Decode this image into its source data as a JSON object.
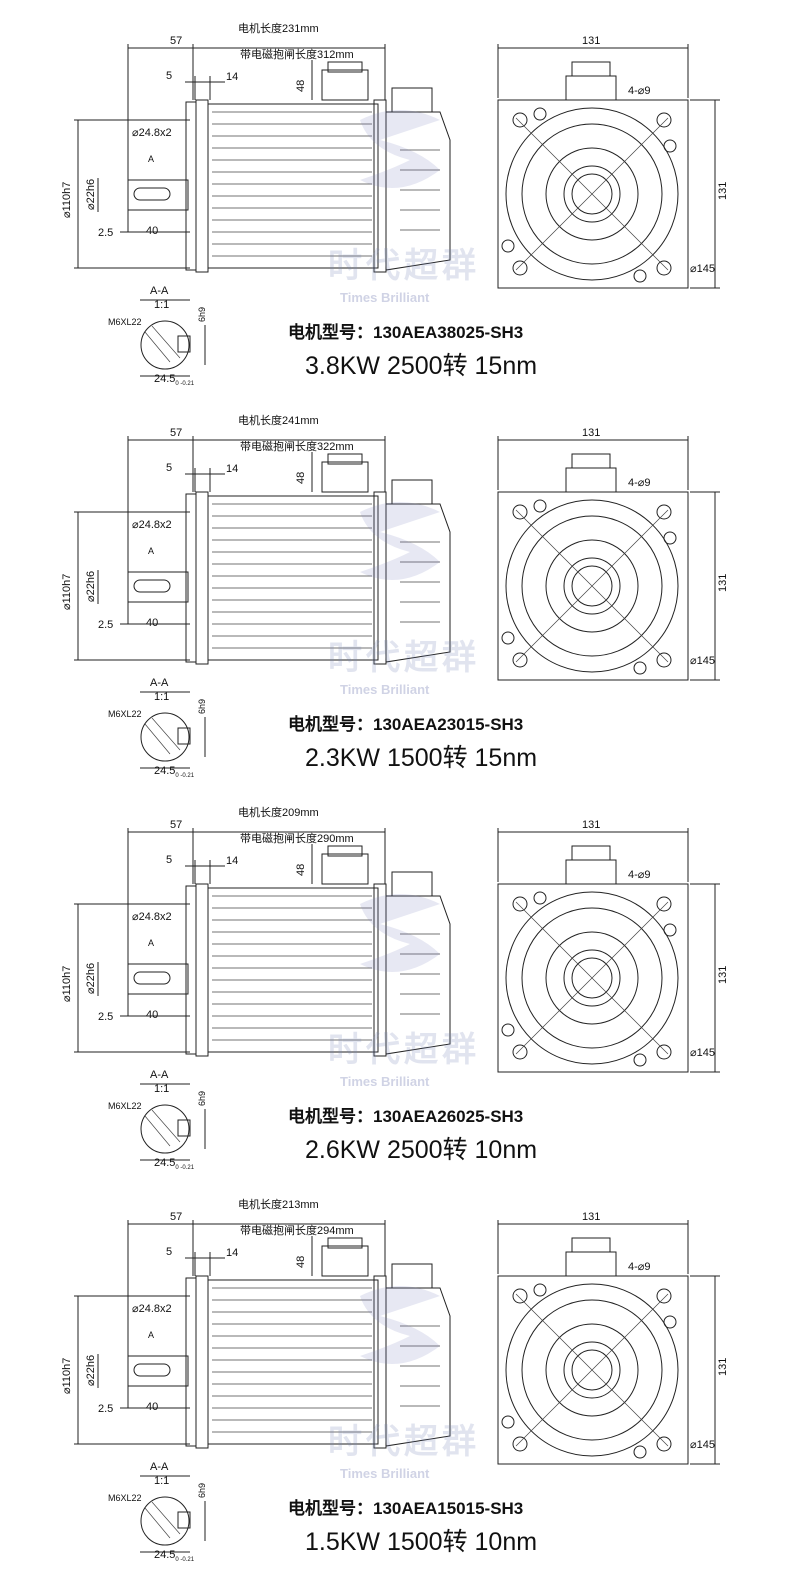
{
  "panels": [
    {
      "motor_length": "电机长度231mm",
      "brake_length": "带电磁抱闸长度312mm",
      "model": "电机型号：130AEA38025-SH3",
      "spec": "3.8KW 2500转 15nm"
    },
    {
      "motor_length": "电机长度241mm",
      "brake_length": "带电磁抱闸长度322mm",
      "model": "电机型号：130AEA23015-SH3",
      "spec": "2.3KW 1500转 15nm"
    },
    {
      "motor_length": "电机长度209mm",
      "brake_length": "带电磁抱闸长度290mm",
      "model": "电机型号：130AEA26025-SH3",
      "spec": "2.6KW 2500转 10nm"
    },
    {
      "motor_length": "电机长度213mm",
      "brake_length": "带电磁抱闸长度294mm",
      "model": "电机型号：130AEA15015-SH3",
      "spec": "1.5KW 1500转 10nm"
    }
  ],
  "dims": {
    "d57": "57",
    "d5": "5",
    "d14": "14",
    "d48": "48",
    "d24": "⌀24.8x2",
    "dA": "A",
    "d110": "⌀110h7",
    "d22": "⌀22h6",
    "d25": "2.5",
    "d40": "40",
    "d131": "131",
    "d4_9": "4-⌀9",
    "d145": "⌀145",
    "aa": "A-A",
    "scale": "1:1",
    "m6": "M6XL22",
    "d6h9": "6h9",
    "d245": "24.5",
    "d245sub": "0 -0.21"
  },
  "watermark": {
    "cn": "时代超群",
    "en": "Times Brilliant"
  }
}
